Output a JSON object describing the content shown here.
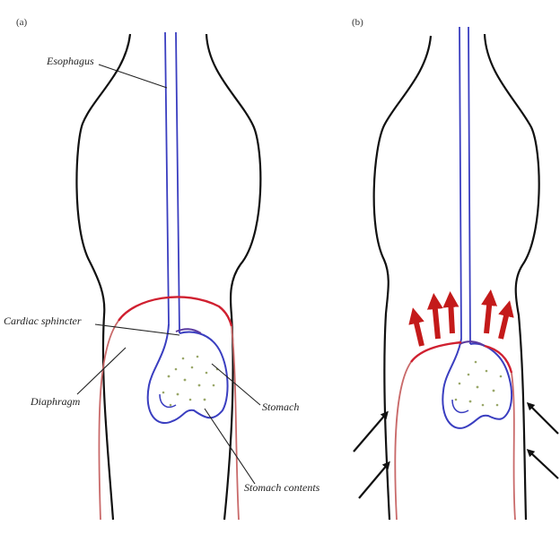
{
  "panels": {
    "a": {
      "tag": "(a)",
      "labels": {
        "esophagus": "Esophagus",
        "cardiac_sphincter": "Cardiac sphincter",
        "diaphragm": "Diaphragm",
        "stomach": "Stomach",
        "stomach_contents": "Stomach contents"
      }
    },
    "b": {
      "tag": "(b)"
    }
  },
  "colors": {
    "outline": "#111111",
    "esophagus": "#3a3ec0",
    "diaphragm_top": "#d02030",
    "diaphragm_side": "#c96a6a",
    "pressure_arrow": "#c41a1a",
    "contents_dots": "#9aa86a"
  },
  "icons": {
    "upward_pressure": "red-up-arrow",
    "abdominal_pressure": "black-diagonal-arrow"
  }
}
